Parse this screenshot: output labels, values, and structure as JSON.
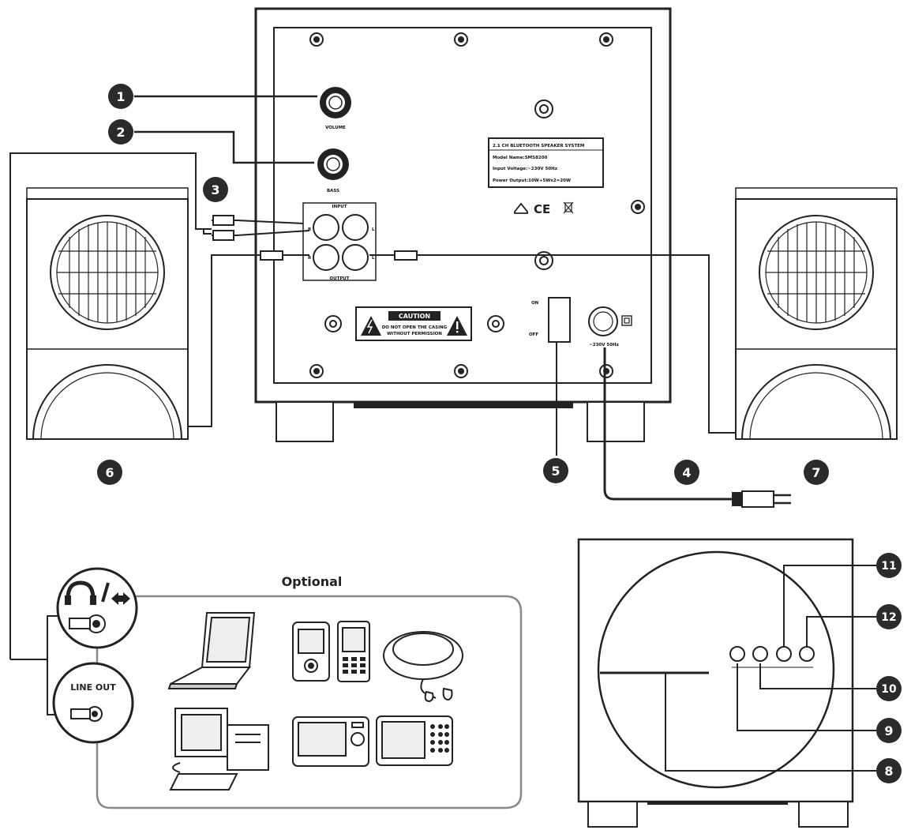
{
  "panel": {
    "volume_label": "VOLUME",
    "bass_label": "BASS",
    "input_label": "INPUT",
    "output_label": "OUTPUT",
    "r_label": "R",
    "l_label": "L",
    "on_label": "ON",
    "off_label": "OFF",
    "power_rating": "~230V 50Hz",
    "rating_plate": [
      "2.1 CH BLUETOOTH SPEAKER SYSTEM",
      "Model Name:SMS8200",
      "Input Voltage:~230V 50Hz",
      "Power Output:10W+5Wx2=20W"
    ],
    "caution_title": "CAUTION",
    "caution_lines": [
      "DO NOT OPEN THE CASING",
      "WITHOUT PERMISSION"
    ],
    "ce_mark": "CE"
  },
  "optional": {
    "title": "Optional",
    "line_out_label": "LINE OUT"
  },
  "callouts": [
    "1",
    "2",
    "3",
    "4",
    "5",
    "6",
    "7",
    "8",
    "9",
    "10",
    "11",
    "12"
  ]
}
